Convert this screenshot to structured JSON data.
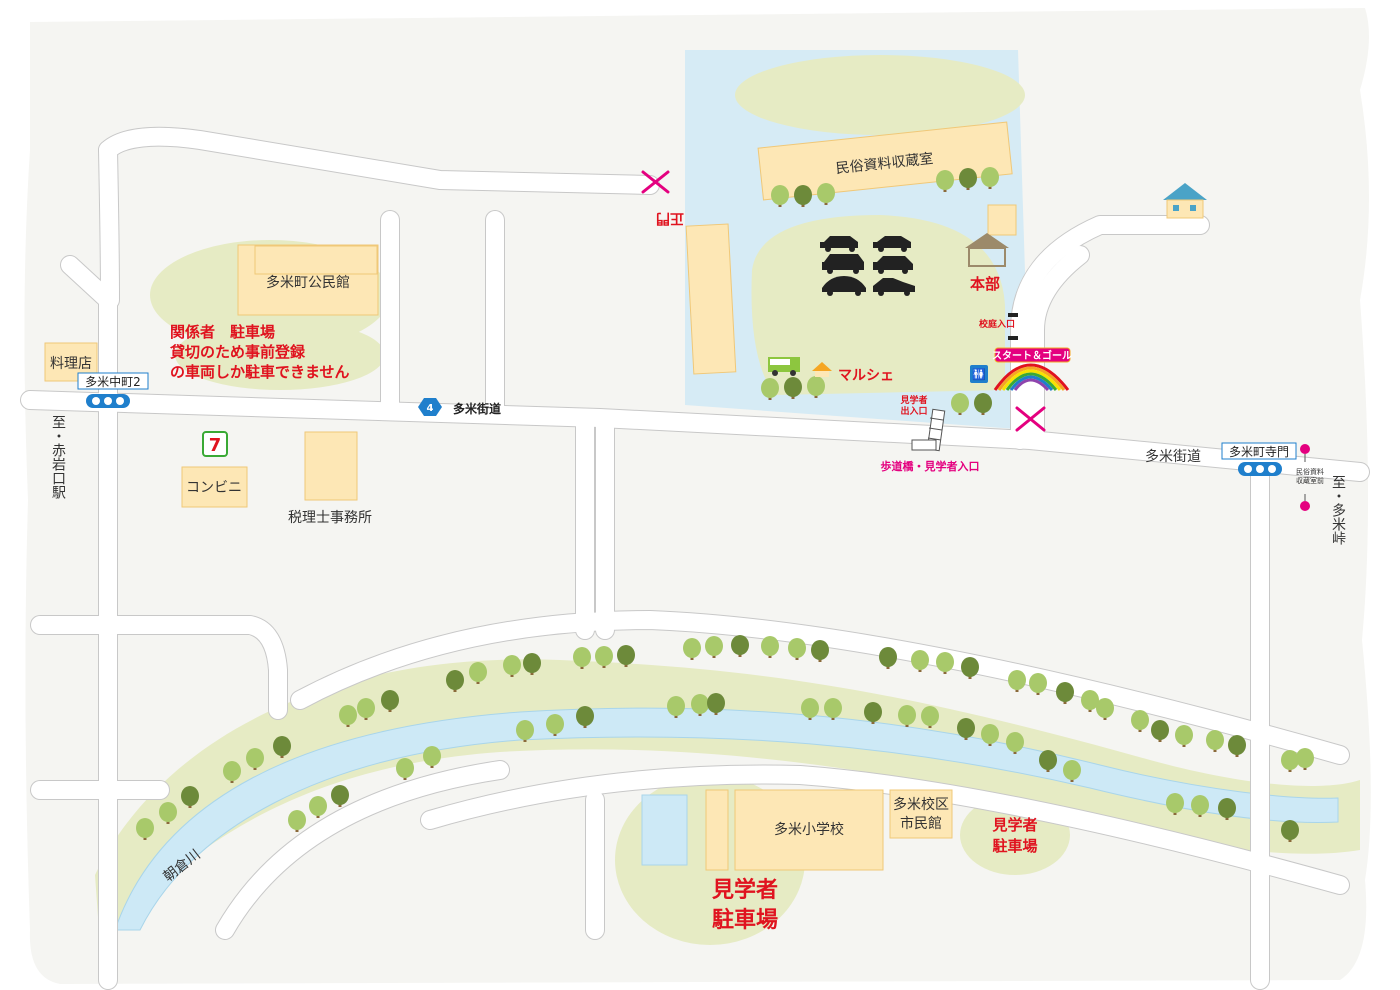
{
  "map": {
    "roads": {
      "main_road_label": "多米街道",
      "main_road_label_east": "多米街道",
      "route_number": "4"
    },
    "stations": {
      "west": "多米中町2",
      "east": "多米町寺門"
    },
    "directions": {
      "west": "至・赤岩口駅",
      "east": "至・多米峠"
    },
    "river_label": "朝倉川",
    "buildings": {
      "restaurant": "料理店",
      "community_hall": "多米町公民館",
      "convenience": "コンビニ",
      "tax_office": "税理士事務所",
      "folk_storage": "民俗資料収蔵室",
      "school": "多米小学校",
      "citizen_hall_line1": "多米校区",
      "citizen_hall_line2": "市民館",
      "small_label_line1": "民俗資料",
      "small_label_line2": "収蔵室前"
    },
    "notes": {
      "staff_parking_1": "関係者　駐車場",
      "staff_parking_2": "貸切のため事前登録",
      "staff_parking_3": "の車両しか駐車できません",
      "headquarters": "本部",
      "marche": "マルシェ",
      "start_goal": "スタート＆ゴール",
      "school_yard_entrance": "校庭入口",
      "visitor_entrance_1": "見学者",
      "visitor_entrance_2": "出入口",
      "footbridge": "歩道橋・見学者入口",
      "gate": "正門",
      "visitor_parking_main_1": "見学者",
      "visitor_parking_main_2": "駐車場",
      "visitor_parking_small_1": "見学者",
      "visitor_parking_small_2": "駐車場"
    },
    "colors": {
      "background": "#f5f5f2",
      "road": "#ffffff",
      "water": "#cde9f6",
      "building": "#fde7b5",
      "green": "#e6ebc4",
      "highlight_red": "#e0131f",
      "highlight_pink": "#e4007f",
      "bus_stop_blue": "#1f7fcc"
    }
  }
}
